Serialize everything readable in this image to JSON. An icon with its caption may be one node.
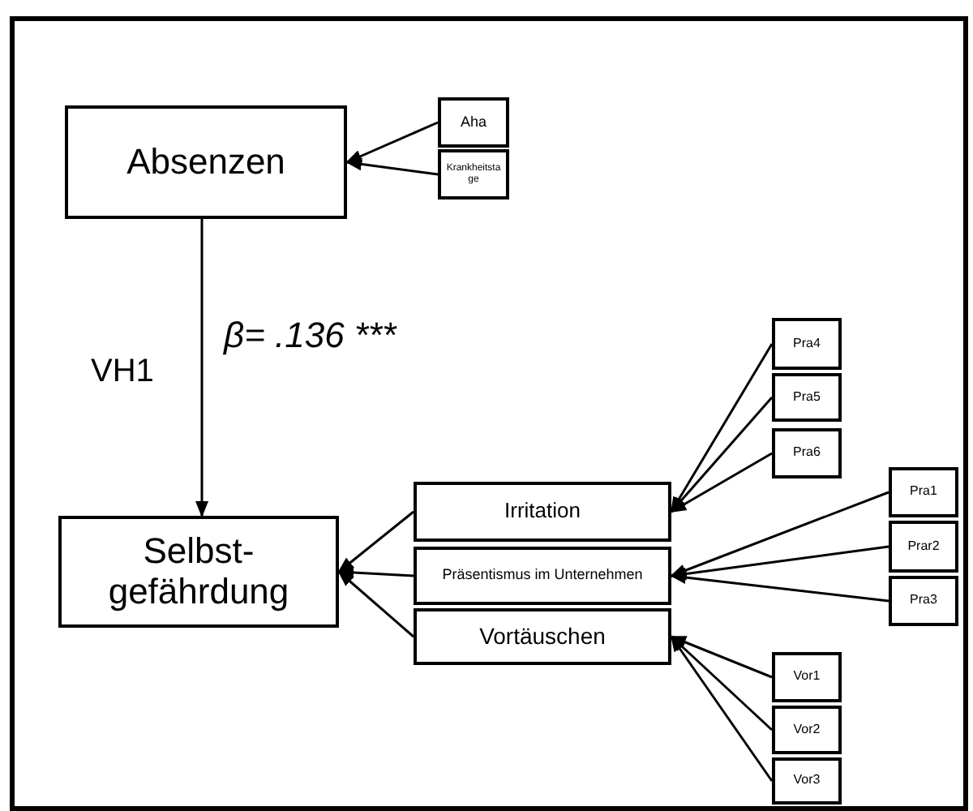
{
  "diagram": {
    "nodes": [
      {
        "text": [
          "Absenzen"
        ]
      },
      {
        "text": [
          "Aha"
        ]
      },
      {
        "text": [
          "Krankheitstage"
        ]
      },
      {
        "text": [
          "Selbst-gefährdung"
        ]
      },
      {
        "text": [
          "Irritation"
        ]
      },
      {
        "text": [
          "Präsentismus im Unternehmen"
        ]
      },
      {
        "text": [
          "Vortäuschen"
        ]
      },
      {
        "text": [
          "Pra4"
        ]
      },
      {
        "text": [
          "Pra5"
        ]
      },
      {
        "text": [
          "Pra6"
        ]
      },
      {
        "text": [
          "Pra1"
        ]
      },
      {
        "text": [
          "Prar2"
        ]
      },
      {
        "text": [
          "Pra3"
        ]
      },
      {
        "text": [
          "Vor1"
        ]
      },
      {
        "text": [
          "Vor2"
        ]
      },
      {
        "text": [
          "Vor3"
        ]
      }
    ],
    "edges": [
      {
        "from": 1,
        "to": 0,
        "arrow": "to"
      },
      {
        "from": 2,
        "to": 0,
        "arrow": "to"
      },
      {
        "from": 0,
        "to": 3,
        "arrow": "to",
        "label": "β= .136 ***"
      },
      {
        "from": 4,
        "to": 3,
        "arrow": "to"
      },
      {
        "from": 5,
        "to": 3,
        "arrow": "to"
      },
      {
        "from": 6,
        "to": 3,
        "arrow": "to"
      },
      {
        "from": 7,
        "to": 4,
        "arrow": "to"
      },
      {
        "from": 8,
        "to": 4,
        "arrow": "to"
      },
      {
        "from": 9,
        "to": 4,
        "arrow": "to"
      },
      {
        "from": 10,
        "to": 5,
        "arrow": "to"
      },
      {
        "from": 11,
        "to": 5,
        "arrow": "to"
      },
      {
        "from": 12,
        "to": 5,
        "arrow": "to"
      },
      {
        "from": 13,
        "to": 6,
        "arrow": "to"
      },
      {
        "from": 14,
        "to": 6,
        "arrow": "to"
      },
      {
        "from": 15,
        "to": 6,
        "arrow": "to"
      }
    ],
    "labels": [
      "VH1"
    ]
  }
}
